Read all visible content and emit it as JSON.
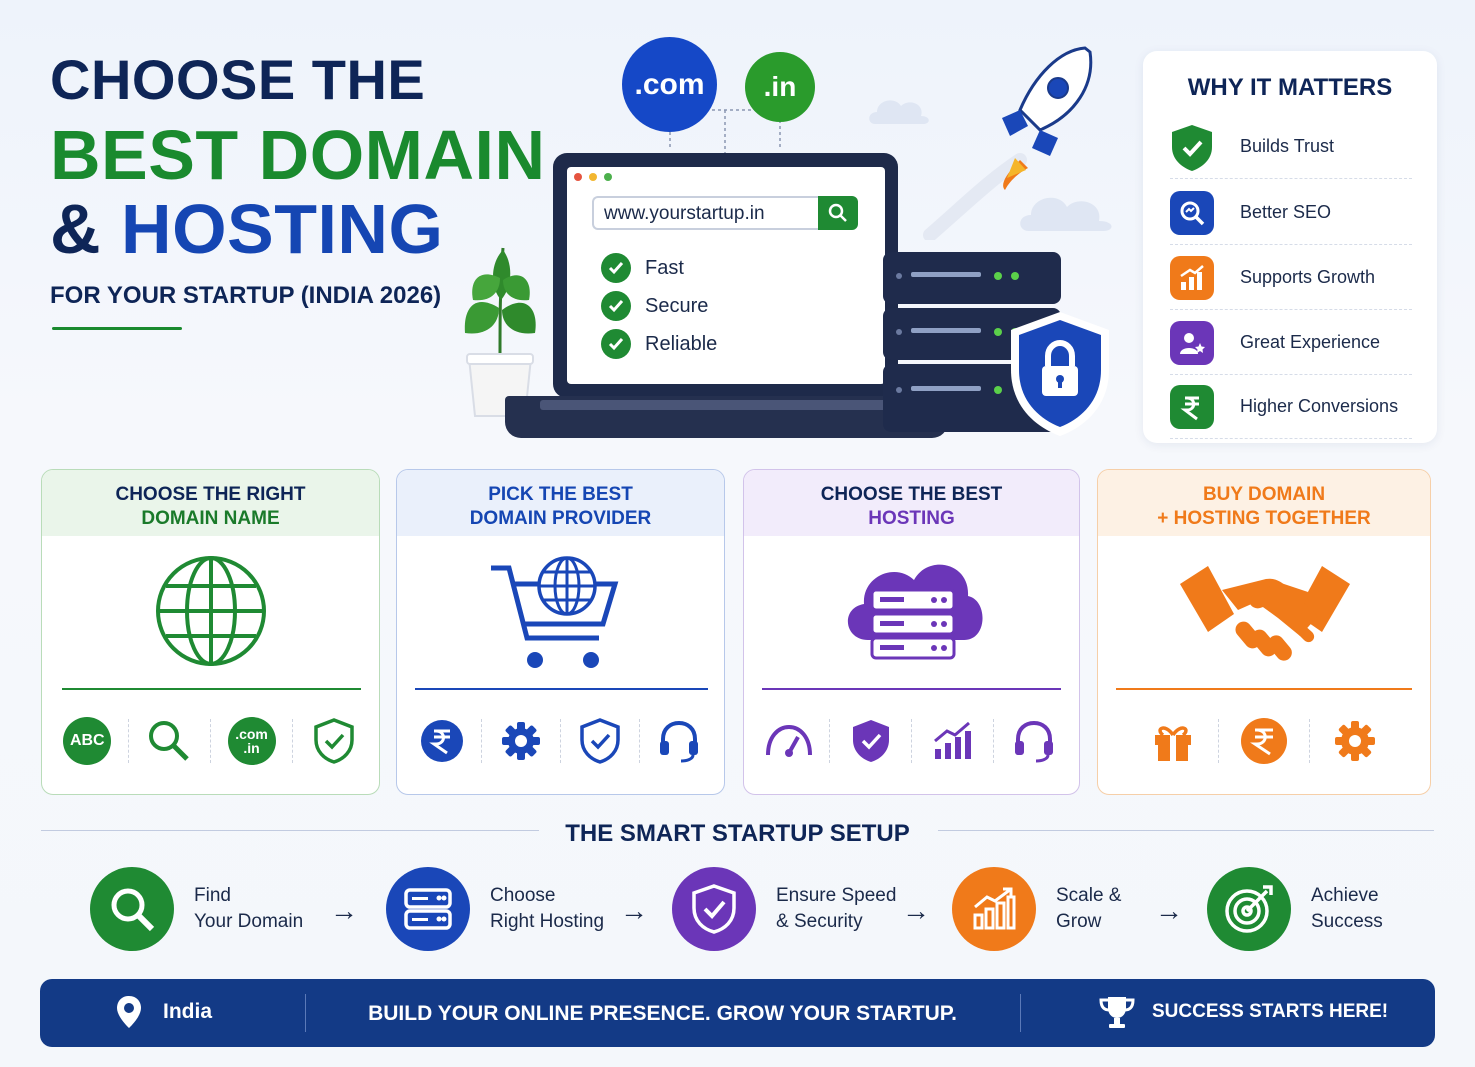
{
  "header": {
    "title_line1": "CHOOSE THE",
    "title_line2": "BEST DOMAIN",
    "title_amp": "&",
    "title_line3": "HOSTING",
    "subtitle": "FOR YOUR STARTUP (INDIA 2026)"
  },
  "domains": {
    "com": ".com",
    "in": ".in"
  },
  "browser": {
    "url": "www.yourstartup.in",
    "features": [
      "Fast",
      "Secure",
      "Reliable"
    ]
  },
  "why": {
    "title": "WHY IT MATTERS",
    "items": [
      "Builds Trust",
      "Better SEO",
      "Supports Growth",
      "Great Experience",
      "Higher Conversions"
    ]
  },
  "cards": [
    {
      "line1": "CHOOSE THE RIGHT",
      "line2": "DOMAIN NAME",
      "badge_abc": "ABC",
      "badge_com": ".com",
      "badge_in": ".in"
    },
    {
      "line1": "PICK THE BEST",
      "line2": "DOMAIN PROVIDER"
    },
    {
      "line1": "CHOOSE THE BEST",
      "line2": "HOSTING"
    },
    {
      "line1": "BUY DOMAIN",
      "line2": "+ HOSTING TOGETHER"
    }
  ],
  "setup": {
    "title": "THE SMART STARTUP SETUP",
    "steps": [
      {
        "line1": "Find",
        "line2": "Your Domain"
      },
      {
        "line1": "Choose",
        "line2": "Right Hosting"
      },
      {
        "line1": "Ensure Speed",
        "line2": "& Security"
      },
      {
        "line1": "Scale &",
        "line2": "Grow"
      },
      {
        "line1": "Achieve",
        "line2": "Success"
      }
    ]
  },
  "footer": {
    "location": "India",
    "tagline": "BUILD YOUR ONLINE PRESENCE. GROW YOUR STARTUP.",
    "cta": "SUCCESS STARTS HERE!"
  },
  "colors": {
    "navy": "#0e2557",
    "green": "#1a8a2e",
    "blue": "#1546b3",
    "purple": "#6b36b8",
    "orange": "#f07a1a"
  }
}
